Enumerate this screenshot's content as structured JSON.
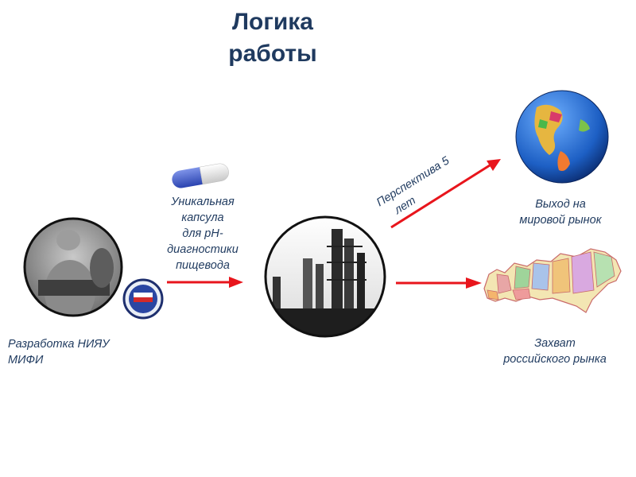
{
  "title": [
    "Логика",
    "работы"
  ],
  "developer": {
    "lines": [
      "Разработка НИЯУ",
      "МИФИ"
    ]
  },
  "capsule": {
    "lines": [
      "Уникальная",
      "капсула",
      "для pH-",
      "диагностики",
      "пищевода"
    ]
  },
  "world_market": {
    "lines": [
      "Выход на",
      "мировой рынок"
    ]
  },
  "russia_market": {
    "lines": [
      "Захват",
      "российского рынка"
    ]
  },
  "perspective": {
    "lines": [
      "Перспектива 5",
      "лет"
    ]
  },
  "colors": {
    "arrow": "#e8151c",
    "text": "#1f3a5f"
  }
}
